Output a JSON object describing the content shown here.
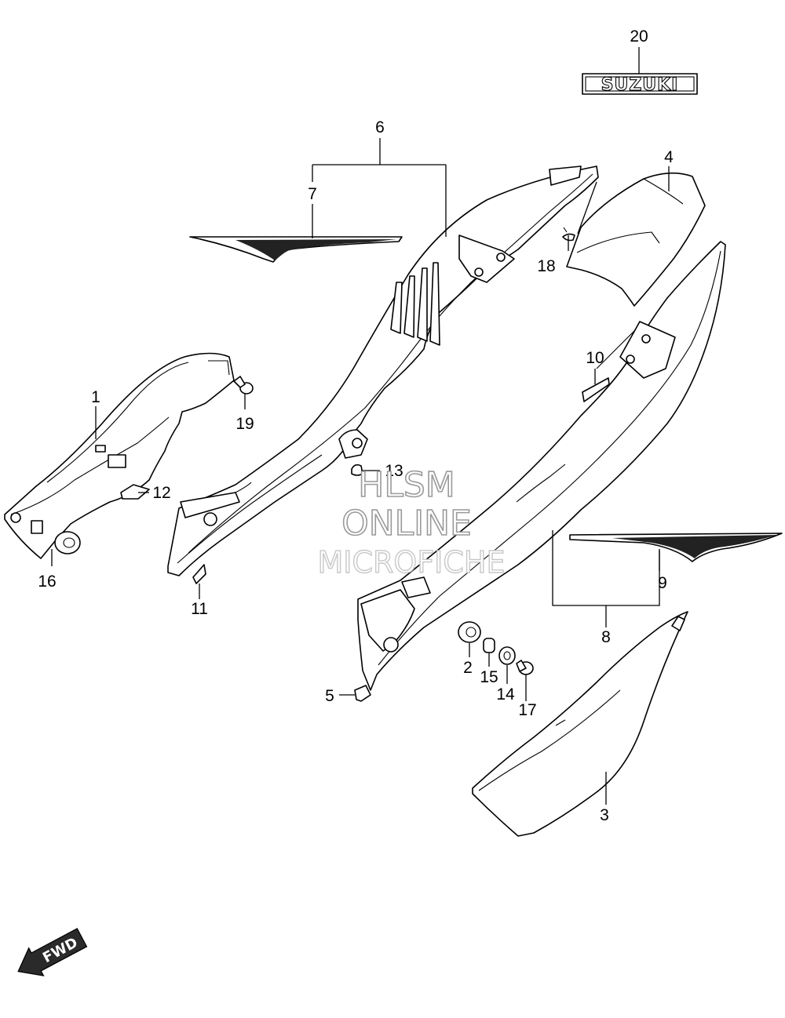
{
  "diagram": {
    "callouts": [
      {
        "id": "p1",
        "label": "1"
      },
      {
        "id": "p2",
        "label": "2"
      },
      {
        "id": "p3",
        "label": "3"
      },
      {
        "id": "p4",
        "label": "4"
      },
      {
        "id": "p5",
        "label": "5"
      },
      {
        "id": "p6",
        "label": "6"
      },
      {
        "id": "p7",
        "label": "7"
      },
      {
        "id": "p8",
        "label": "8"
      },
      {
        "id": "p9",
        "label": "9"
      },
      {
        "id": "p10",
        "label": "10"
      },
      {
        "id": "p11",
        "label": "11"
      },
      {
        "id": "p12",
        "label": "12"
      },
      {
        "id": "p13",
        "label": "13"
      },
      {
        "id": "p14",
        "label": "14"
      },
      {
        "id": "p15",
        "label": "15"
      },
      {
        "id": "p16",
        "label": "16"
      },
      {
        "id": "p17",
        "label": "17"
      },
      {
        "id": "p18",
        "label": "18"
      },
      {
        "id": "p19",
        "label": "19"
      },
      {
        "id": "p20",
        "label": "20"
      }
    ],
    "emblem": {
      "text": "SUZUKI"
    },
    "direction_badge": {
      "text": "FWD"
    }
  },
  "watermark": {
    "line1": "HLSM",
    "line2": "ONLINE",
    "line3": "MICROFICHE"
  }
}
